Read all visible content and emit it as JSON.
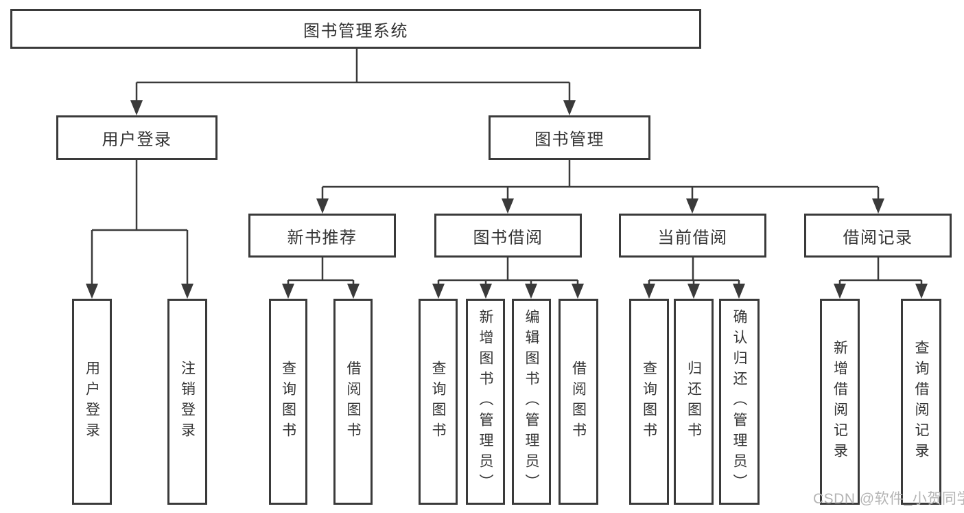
{
  "diagram": {
    "root": {
      "label": "图书管理系统"
    },
    "level2": [
      {
        "label": "用户登录",
        "children": [
          "用户登录",
          "注销登录"
        ]
      },
      {
        "label": "图书管理"
      }
    ],
    "level3": [
      {
        "label": "新书推荐",
        "children": [
          "查询图书",
          "借阅图书"
        ]
      },
      {
        "label": "图书借阅",
        "children": [
          "查询图书",
          "新增图书（管理员）",
          "编辑图书（管理员）",
          "借阅图书"
        ]
      },
      {
        "label": "当前借阅",
        "children": [
          "查询图书",
          "归还图书",
          "确认归还（管理员）"
        ]
      },
      {
        "label": "借阅记录",
        "children": [
          "新增借阅记录",
          "查询借阅记录"
        ]
      }
    ]
  },
  "watermark": "CSDN @软件_小贺同学",
  "colors": {
    "line": "#3a3a3a",
    "text": "#333333",
    "watermark": "#b4b4b4",
    "background": "#ffffff"
  }
}
